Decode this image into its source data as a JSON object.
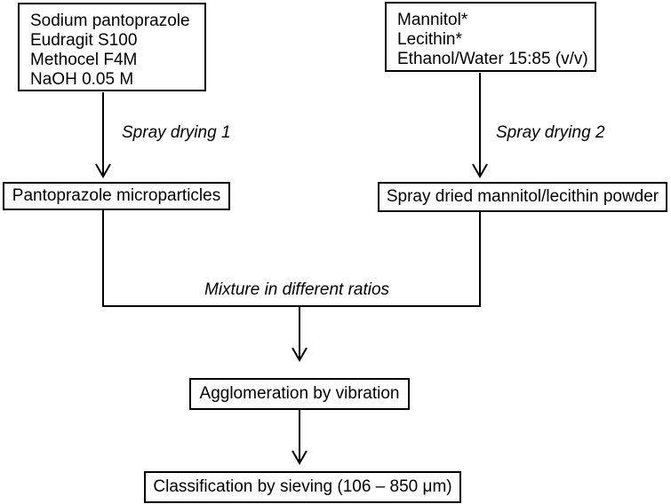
{
  "diagram": {
    "background_color": "#ffffff",
    "line_color": "#000000",
    "nodes": {
      "source_left": {
        "lines": [
          "Sodium pantoprazole",
          "Eudragit S100",
          "Methocel F4M",
          "NaOH 0.05 M"
        ]
      },
      "source_right": {
        "lines": [
          "Mannitol*",
          "Lecithin*",
          "Ethanol/Water 15:85 (v/v)"
        ]
      },
      "microparticles": {
        "label": "Pantoprazole microparticles"
      },
      "powder": {
        "label": "Spray dried mannitol/lecithin powder"
      },
      "agglomeration": {
        "label": "Agglomeration by vibration"
      },
      "classification": {
        "label": "Classification by sieving (106 – 850 μm)"
      }
    },
    "edge_labels": {
      "spray_drying_1": "Spray drying 1",
      "spray_drying_2": "Spray drying 2",
      "mixture": "Mixture in different ratios"
    }
  }
}
